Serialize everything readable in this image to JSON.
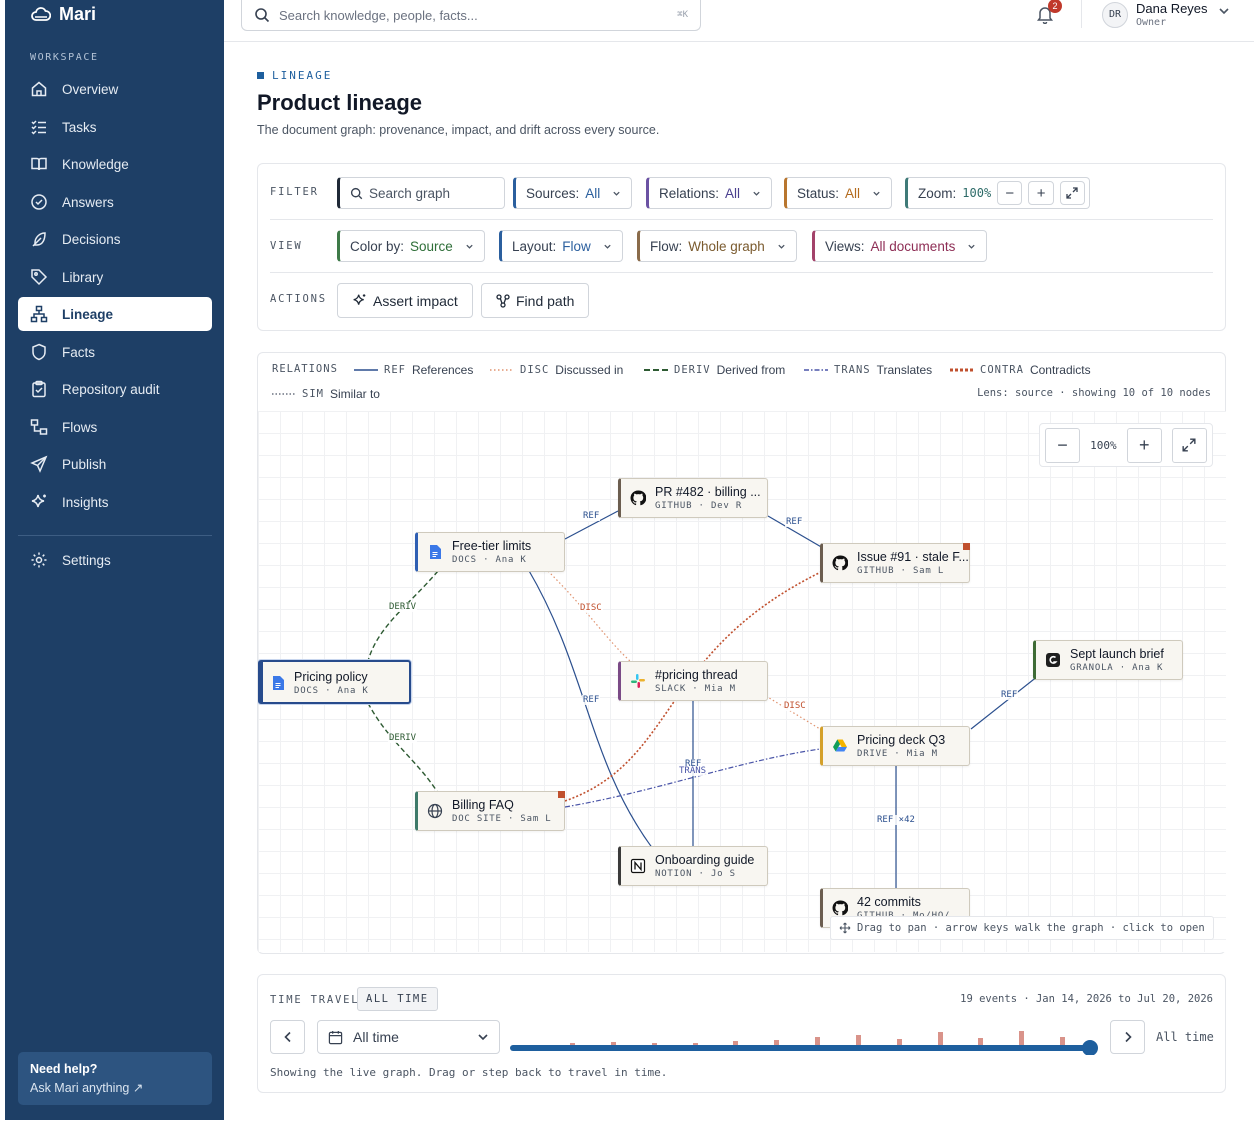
{
  "app": {
    "name": "Mari"
  },
  "sidebar": {
    "section_label": "WORKSPACE",
    "items": [
      {
        "label": "Overview",
        "icon": "home-icon"
      },
      {
        "label": "Tasks",
        "icon": "tasks-icon"
      },
      {
        "label": "Knowledge",
        "icon": "book-icon"
      },
      {
        "label": "Answers",
        "icon": "check-circle-icon"
      },
      {
        "label": "Decisions",
        "icon": "feather-icon"
      },
      {
        "label": "Library",
        "icon": "tag-icon"
      },
      {
        "label": "Lineage",
        "icon": "hierarchy-icon",
        "active": true
      },
      {
        "label": "Facts",
        "icon": "shield-icon"
      },
      {
        "label": "Repository audit",
        "icon": "clipboard-icon"
      },
      {
        "label": "Flows",
        "icon": "flow-icon"
      },
      {
        "label": "Publish",
        "icon": "send-icon"
      },
      {
        "label": "Insights",
        "icon": "sparkle-icon"
      }
    ],
    "settings_label": "Settings",
    "help": {
      "title": "Need help?",
      "subtitle": "Ask Mari anything ↗"
    }
  },
  "topbar": {
    "search_placeholder": "Search knowledge, people, facts...",
    "search_shortcut": "⌘K",
    "notifications_count": "2",
    "user": {
      "initials": "DR",
      "name": "Dana Reyes",
      "role": "Owner"
    }
  },
  "page": {
    "eyebrow": "LINEAGE",
    "title": "Product lineage",
    "subtitle": "The document graph: provenance, impact, and drift across every source."
  },
  "toolbar": {
    "filter_label": "FILTER",
    "view_label": "VIEW",
    "actions_label": "ACTIONS",
    "search_graph_placeholder": "Search graph",
    "sources": {
      "label": "Sources:",
      "value": "All"
    },
    "relations": {
      "label": "Relations:",
      "value": "All"
    },
    "status": {
      "label": "Status:",
      "value": "All"
    },
    "zoom": {
      "label": "Zoom:",
      "value": "100%"
    },
    "color_by": {
      "label": "Color by:",
      "value": "Source"
    },
    "layout": {
      "label": "Layout:",
      "value": "Flow"
    },
    "flow": {
      "label": "Flow:",
      "value": "Whole graph"
    },
    "views": {
      "label": "Views:",
      "value": "All documents"
    },
    "assert_impact": "Assert impact",
    "find_path": "Find path"
  },
  "relations_legend": {
    "label": "RELATIONS",
    "items": [
      {
        "code": "REF",
        "label": "References",
        "color": "#2b4f8e"
      },
      {
        "code": "DISC",
        "label": "Discussed in",
        "color": "#e0926e"
      },
      {
        "code": "DERIV",
        "label": "Derived from",
        "color": "#2d5a32"
      },
      {
        "code": "TRANS",
        "label": "Translates",
        "color": "#4a55a8"
      },
      {
        "code": "CONTRA",
        "label": "Contradicts",
        "color": "#c0502e"
      },
      {
        "code": "SIM",
        "label": "Similar to",
        "color": "#6b7280"
      }
    ],
    "lens_text": "Lens: source · showing 10 of 10 nodes"
  },
  "graph": {
    "zoom": "100%",
    "hint": "Drag to pan · arrow keys walk the graph · click to open",
    "nodes": [
      {
        "id": "pr482",
        "title": "PR #482 · billing ...",
        "sub": "GITHUB · Dev R",
        "icon": "github-icon",
        "accent": "#6b5d4f"
      },
      {
        "id": "freetier",
        "title": "Free-tier limits",
        "sub": "DOCS · Ana K",
        "icon": "docs-icon",
        "accent": "#2f5fb3"
      },
      {
        "id": "issue91",
        "title": "Issue #91 · stale F...",
        "sub": "GITHUB · Sam L",
        "icon": "github-icon",
        "accent": "#6b5d4f"
      },
      {
        "id": "pricingpolicy",
        "title": "Pricing policy",
        "sub": "DOCS · Ana K",
        "icon": "docs-icon",
        "accent": "#274b8c"
      },
      {
        "id": "pricingthread",
        "title": "#pricing thread",
        "sub": "SLACK · Mia M",
        "icon": "slack-icon",
        "accent": "#7a4a86"
      },
      {
        "id": "septbrief",
        "title": "Sept launch brief",
        "sub": "GRANOLA · Ana K",
        "icon": "granola-icon",
        "accent": "#3e6b35"
      },
      {
        "id": "pricingdeck",
        "title": "Pricing deck Q3",
        "sub": "DRIVE · Mia M",
        "icon": "drive-icon",
        "accent": "#d4a02a"
      },
      {
        "id": "billingfaq",
        "title": "Billing FAQ",
        "sub": "DOC SITE · Sam L",
        "icon": "globe-icon",
        "accent": "#3e7a6a"
      },
      {
        "id": "onboarding",
        "title": "Onboarding guide",
        "sub": "NOTION · Jo S",
        "icon": "notion-icon",
        "accent": "#3a3a3a"
      },
      {
        "id": "commits",
        "title": "42 commits",
        "sub": "GITHUB · Mo/HQ/",
        "icon": "github-icon",
        "accent": "#6b5d4f"
      }
    ],
    "edge_labels": {
      "ref": "REF",
      "disc": "DISC",
      "deriv": "DERIV",
      "trans": "TRANS",
      "ref_x42": "REF ×42"
    }
  },
  "time_travel": {
    "label": "TIME TRAVEL",
    "badge": "ALL TIME",
    "events": "19 events · Jan 14, 2026 to Jul 20, 2026",
    "range_select": "All time",
    "end_label": "All time",
    "status_text": "Showing the live graph. Drag or step back to travel in time.",
    "event_bars": [
      0.15,
      0.2,
      0.1,
      0.15,
      0.3,
      0.35,
      0.55,
      0.7,
      0.45,
      0.9,
      0.5,
      1.0,
      0.6
    ]
  }
}
